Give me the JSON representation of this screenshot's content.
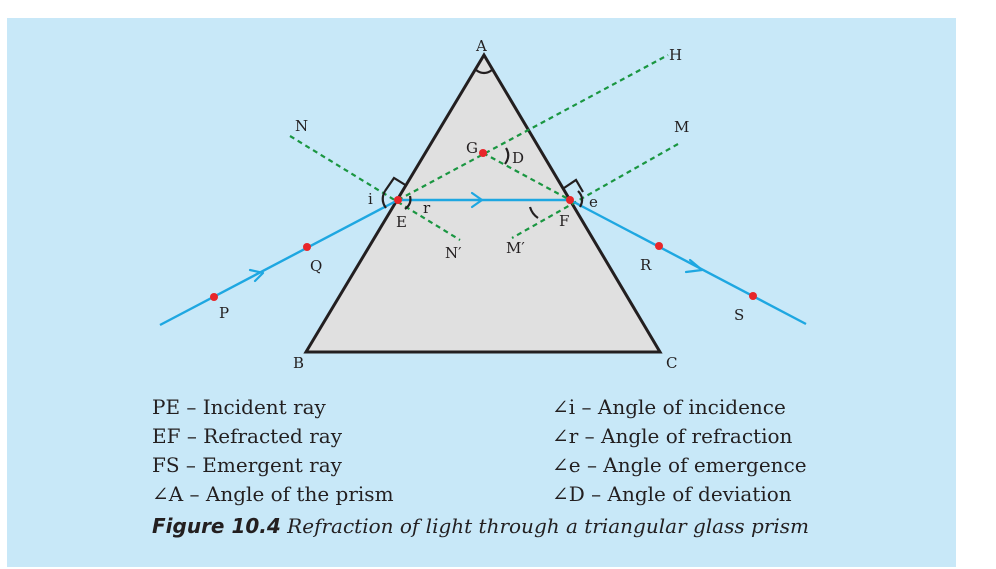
{
  "diagram": {
    "points": {
      "A": "A",
      "B": "B",
      "C": "C",
      "E": "E",
      "F": "F",
      "G": "G",
      "H": "H",
      "M": "M",
      "N": "N",
      "N_prime": "N′",
      "M_prime": "M′",
      "P": "P",
      "Q": "Q",
      "R": "R",
      "S": "S"
    },
    "angles": {
      "i": "i",
      "r": "r",
      "e": "e",
      "D": "D"
    },
    "colors": {
      "background": "#c8e8f8",
      "prism_fill": "#e0e0e0",
      "ray": "#1ea7e1",
      "normal": "#1a9641",
      "point": "#e8262a",
      "outline": "#231f20"
    }
  },
  "legend": {
    "left": [
      "PE – Incident ray",
      "EF – Refracted ray",
      "FS – Emergent ray",
      "∠A – Angle of the prism"
    ],
    "right": [
      "∠i – Angle of incidence",
      "∠r – Angle of refraction",
      "∠e – Angle of emergence",
      "∠D – Angle of deviation"
    ]
  },
  "caption": {
    "label": "Figure 10.4",
    "text": "Refraction of light through a triangular glass prism"
  }
}
